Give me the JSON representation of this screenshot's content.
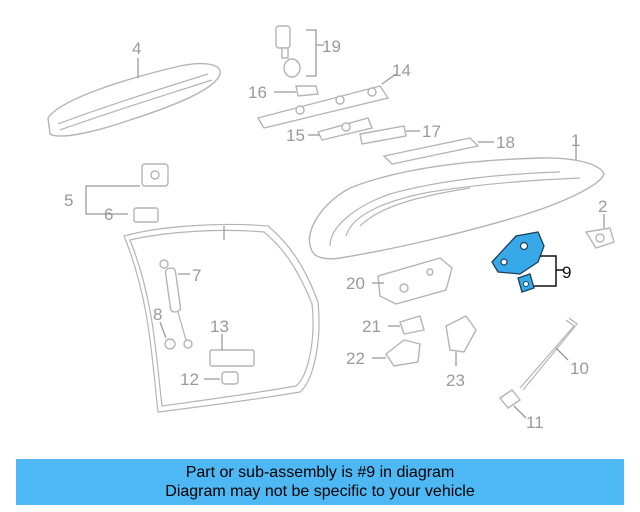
{
  "diagram": {
    "highlight_color": "#38a9e8",
    "callouts": {
      "c1": "1",
      "c2": "2",
      "c4": "4",
      "c5": "5",
      "c6": "6",
      "c7": "7",
      "c8": "8",
      "c9": "9",
      "c10": "10",
      "c11": "11",
      "c12": "12",
      "c13": "13",
      "c14": "14",
      "c15": "15",
      "c16": "16",
      "c17": "17",
      "c18": "18",
      "c19": "19",
      "c20": "20",
      "c21": "21",
      "c22": "22",
      "c23": "23"
    }
  },
  "banner": {
    "background": "#4db8f4",
    "line1": "Part or sub-assembly is #9 in diagram",
    "line2": "Diagram may not be specific to your vehicle"
  }
}
